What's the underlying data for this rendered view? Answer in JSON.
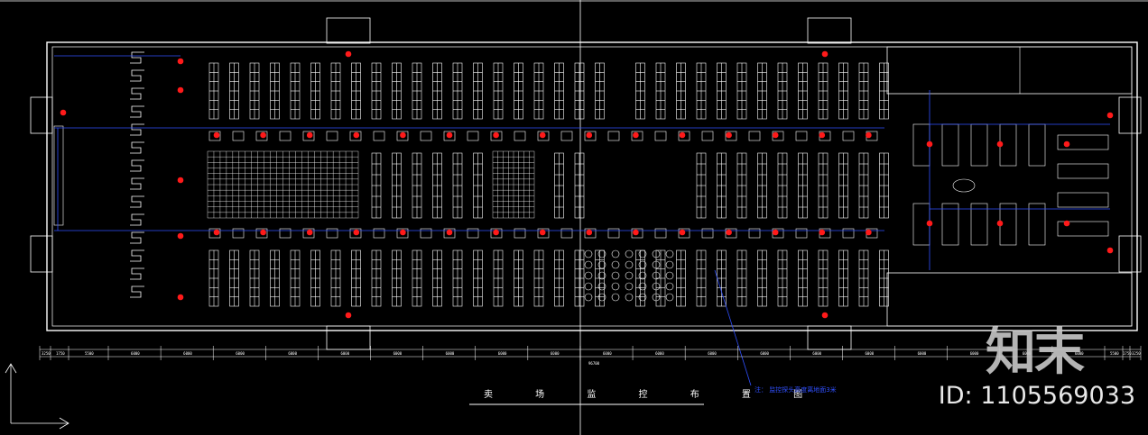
{
  "drawing": {
    "title": "卖 场 监 控 布 置 图",
    "note": "注：   监控探头高度离地面3米",
    "colors": {
      "background": "#000000",
      "lines": "#ffffff",
      "dimension_lines": "#3050ff",
      "camera": "#ff1a1a"
    },
    "dimension_labels": [
      "3250",
      "1750",
      "5500",
      "6000",
      "6000",
      "6000",
      "6000",
      "6000",
      "6000",
      "6000",
      "6000",
      "6000",
      "6000",
      "6000",
      "6000",
      "6000",
      "6000",
      "6000",
      "6000",
      "6000",
      "6000",
      "6000",
      "5500",
      "1750",
      "3250"
    ],
    "total_label": "96700"
  },
  "watermark": {
    "logo": "知末",
    "id_text": "ID: 1105569033"
  }
}
